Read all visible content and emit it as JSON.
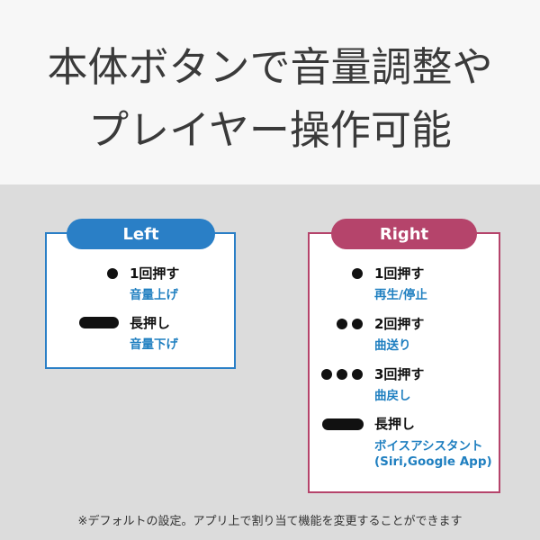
{
  "headline": {
    "line1": "本体ボタンで音量調整や",
    "line2": "プレイヤー操作可能"
  },
  "left_panel": {
    "label": "Left",
    "accent_color": "#2a7fc6",
    "items": [
      {
        "action": "1回押す",
        "result": "音量上げ"
      },
      {
        "action": "長押し",
        "result": "音量下げ"
      }
    ]
  },
  "right_panel": {
    "label": "Right",
    "accent_color": "#b5446b",
    "items": [
      {
        "action": "1回押す",
        "result": "再生/停止"
      },
      {
        "action": "2回押す",
        "result": "曲送り"
      },
      {
        "action": "3回押す",
        "result": "曲戻し"
      },
      {
        "action": "長押し",
        "result": "ボイスアシスタント",
        "result_note": "(Siri,Google App)"
      }
    ]
  },
  "footnote": "※デフォルトの設定。アプリ上で割り当て機能を変更することができます",
  "colors": {
    "result_text": "#1f7fc0",
    "top_bg": "#f7f7f7",
    "bottom_bg": "#dcdcdc"
  }
}
